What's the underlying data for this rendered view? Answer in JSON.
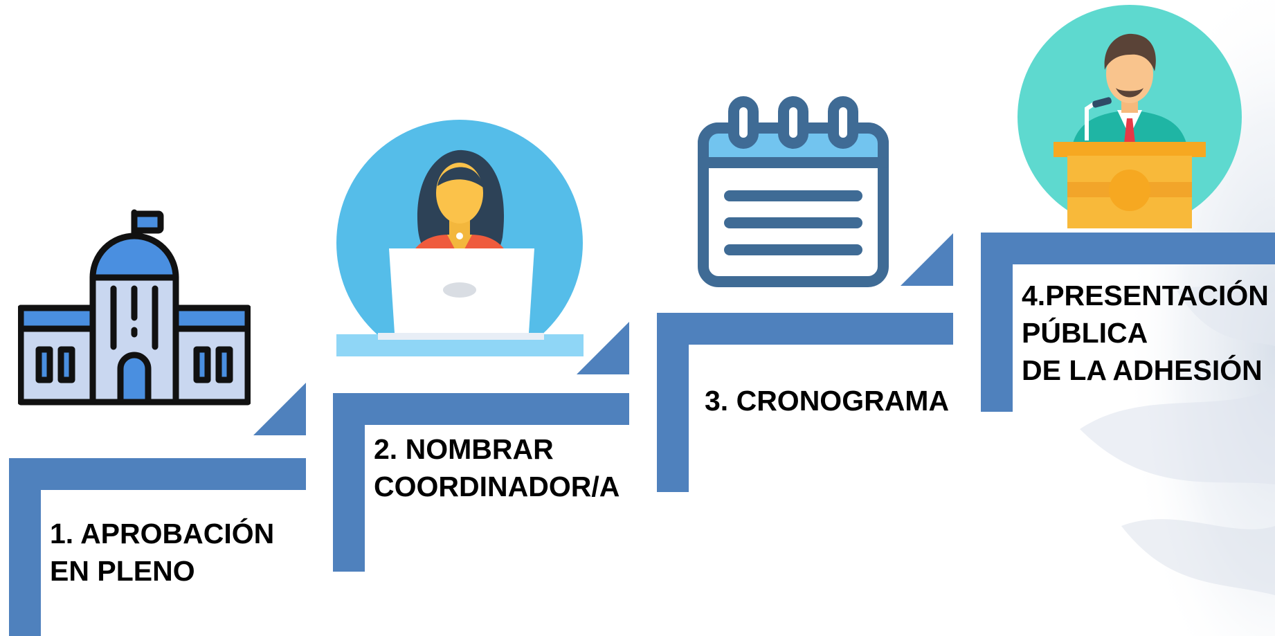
{
  "colors": {
    "step_bar": "#4f81bd",
    "label_text": "#000000",
    "building_blue": "#4a8fe0",
    "building_light": "#c9d7f0",
    "building_outline": "#111111",
    "person_circle": "#55bde9",
    "podium_circle": "#5ed9cf",
    "podium": "#f6a821",
    "calendar_outline": "#3f6b95",
    "calendar_header": "#72c4ef"
  },
  "steps": [
    {
      "lines": [
        "1. APROBACIÓN",
        "EN PLENO"
      ],
      "icon": "town-hall-building-icon"
    },
    {
      "lines": [
        "2. NOMBRAR",
        "COORDINADOR/A"
      ],
      "icon": "woman-with-laptop-icon"
    },
    {
      "lines": [
        "3. CRONOGRAMA"
      ],
      "icon": "calendar-icon"
    },
    {
      "lines": [
        "4.PRESENTACIÓN",
        "PÚBLICA",
        "DE LA ADHESIÓN"
      ],
      "icon": "speaker-at-podium-icon"
    }
  ]
}
